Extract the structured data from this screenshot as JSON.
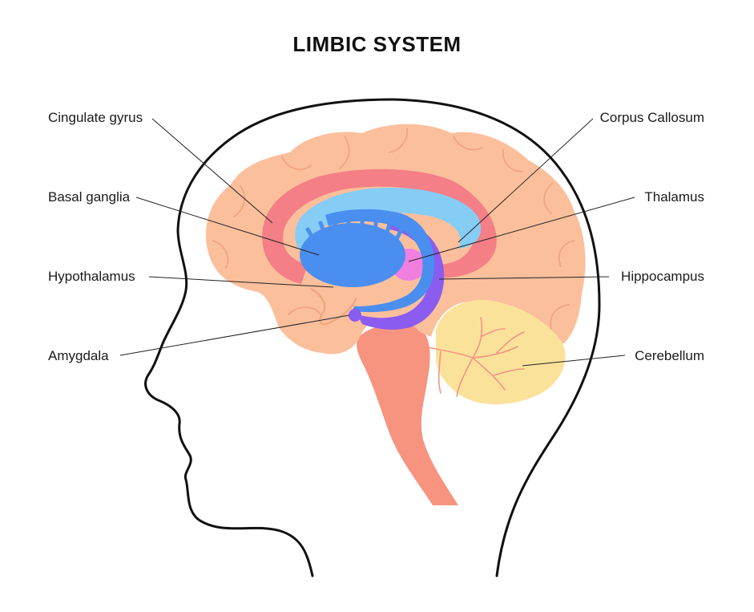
{
  "title": "LIMBIC SYSTEM",
  "labels": {
    "cingulate_gyrus": "Cingulate gyrus",
    "basal_ganglia": "Basal ganglia",
    "hypothalamus": "Hypothalamus",
    "amygdala": "Amygdala",
    "corpus_callosum": "Corpus Callosum",
    "thalamus": "Thalamus",
    "hippocampus": "Hippocampus",
    "cerebellum": "Cerebellum"
  },
  "colors": {
    "cortex": "#fbbf9c",
    "cortex_fold": "#f0a57f",
    "cingulate": "#f47f86",
    "corpus_callosum": "#85cdf5",
    "fornix": "#4a8ef0",
    "thalamus_pink": "#f07fe0",
    "hippocampus": "#8a5cf0",
    "brainstem": "#f69480",
    "cerebellum": "#fbe29b",
    "outline": "#111111"
  }
}
